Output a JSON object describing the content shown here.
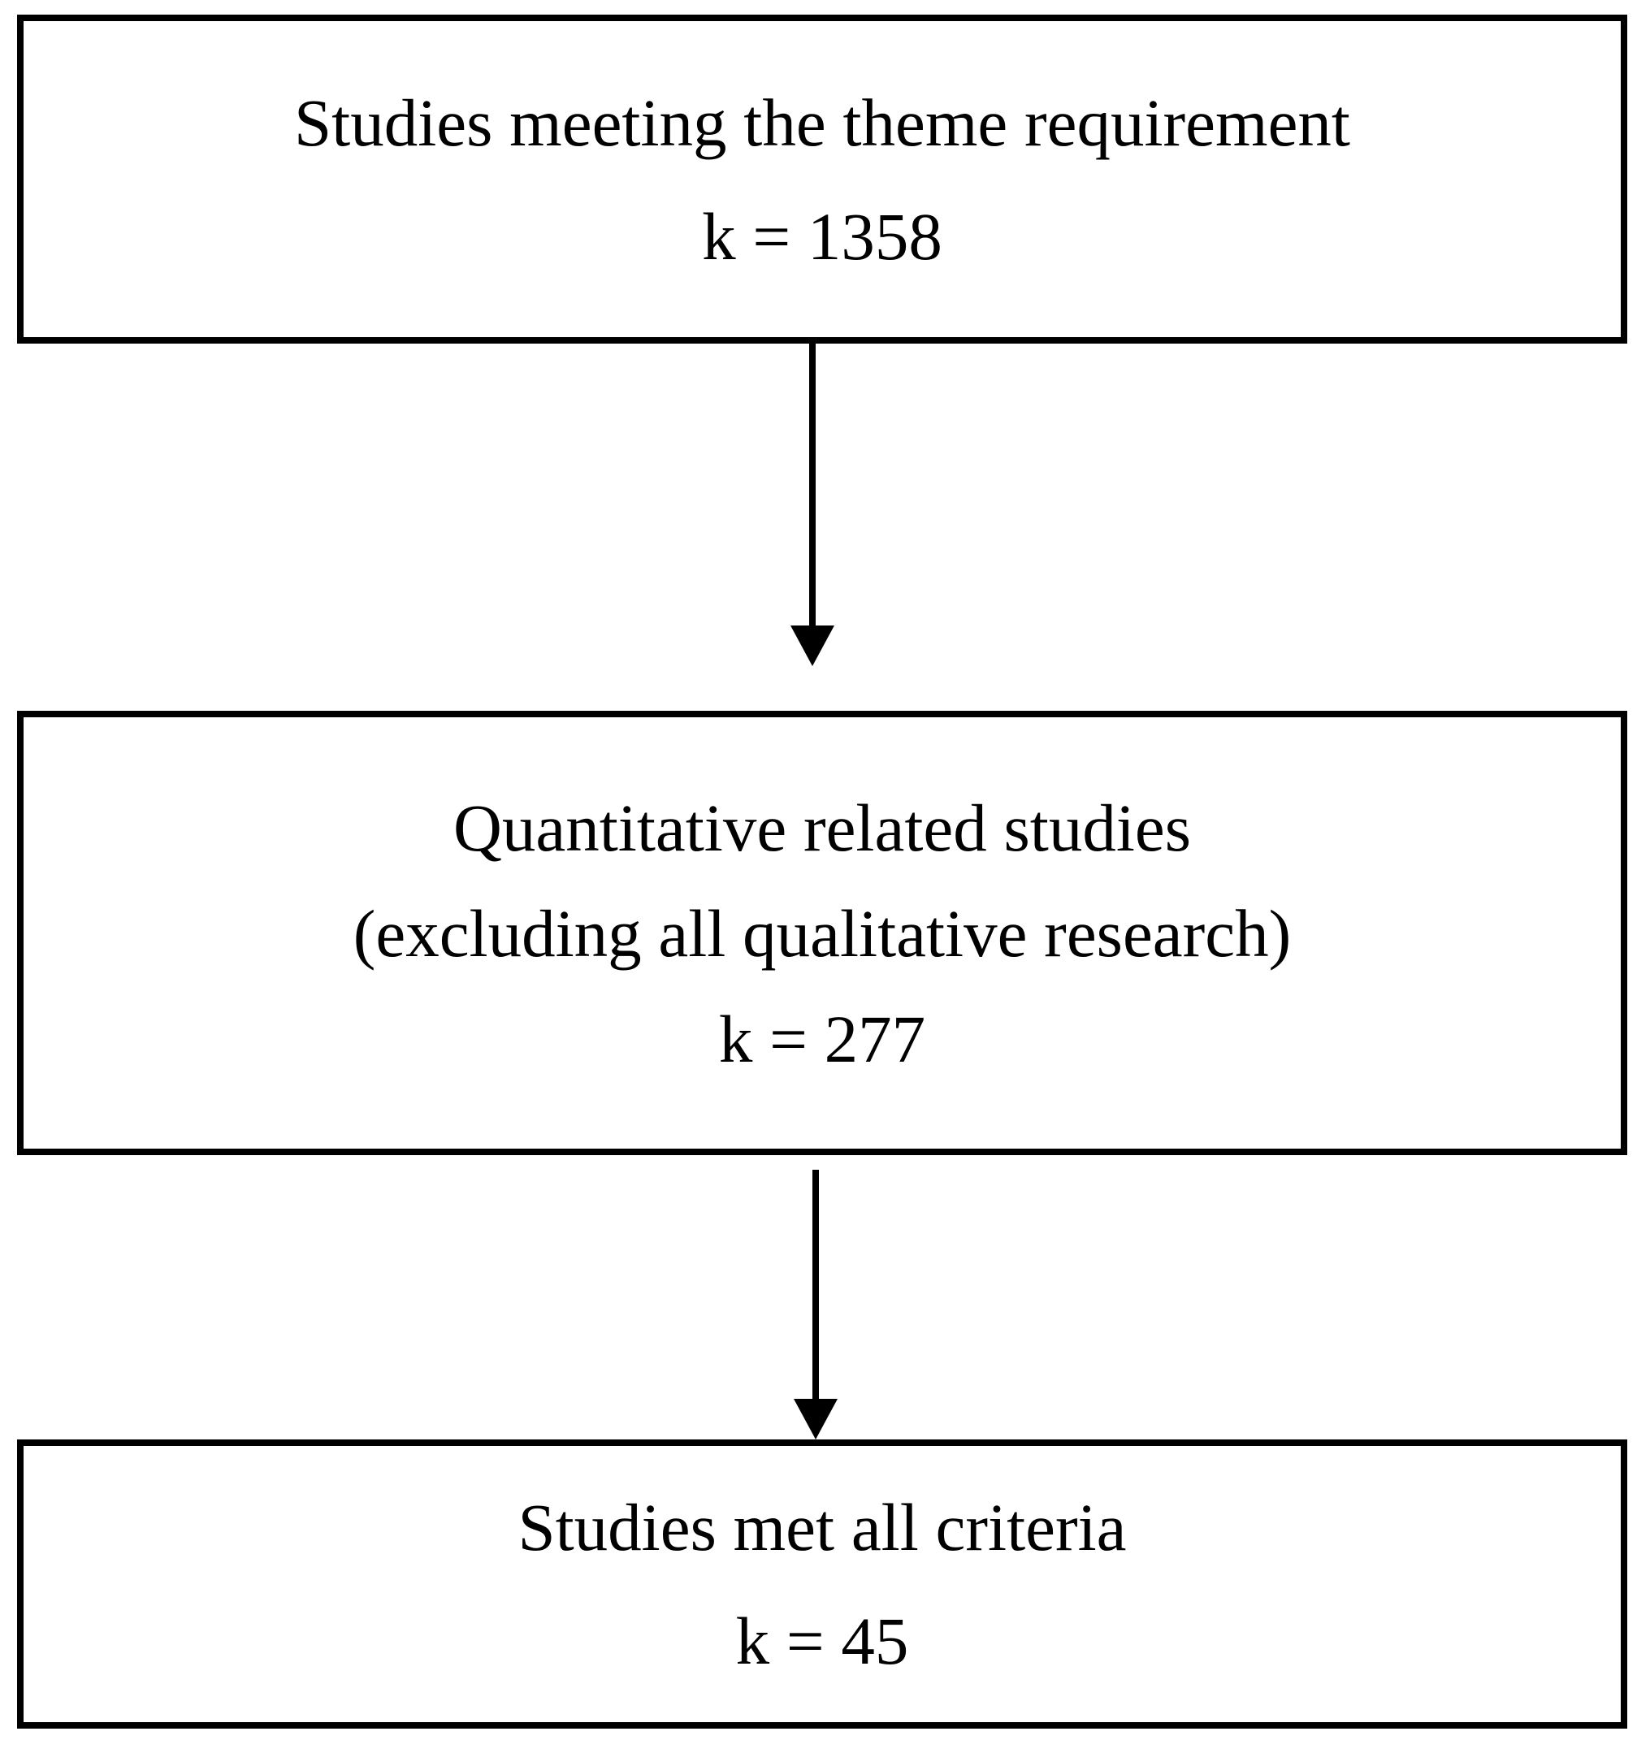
{
  "figure": {
    "type": "flowchart",
    "colors": {
      "background": "#ffffff",
      "border": "#000000",
      "text": "#000000",
      "arrow": "#000000"
    },
    "nodes": [
      {
        "name": "theme-requirement",
        "lines": [
          "Studies meeting the theme requirement",
          "k = 1358"
        ]
      },
      {
        "name": "quantitative-studies",
        "lines": [
          "Quantitative related studies",
          "(excluding all qualitative research)",
          "k = 277"
        ]
      },
      {
        "name": "met-all-criteria",
        "lines": [
          "Studies met all criteria",
          "k = 45"
        ]
      }
    ],
    "connectors": [
      {
        "name": "down-arrow-1",
        "from": 0,
        "to": 1,
        "direction": "down"
      },
      {
        "name": "down-arrow-2",
        "from": 1,
        "to": 2,
        "direction": "down"
      }
    ]
  }
}
